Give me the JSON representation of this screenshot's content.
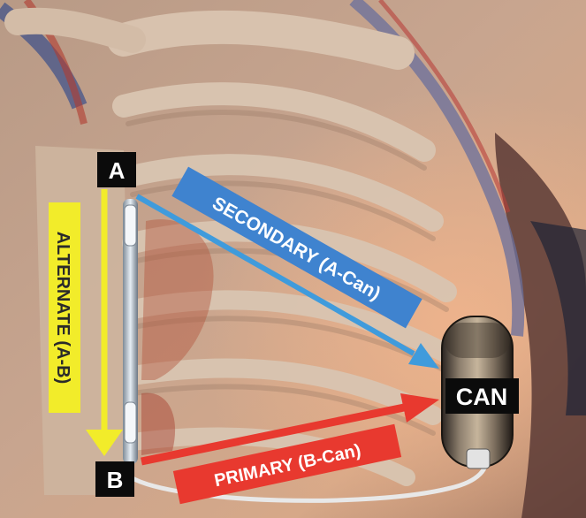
{
  "labels": {
    "a": "A",
    "b": "B",
    "can": "CAN",
    "secondary": "SECONDARY (A-Can)",
    "primary": "PRIMARY (B-Can)",
    "alternate": "ALTERNATE (A-B)"
  },
  "colors": {
    "secondary_arrow": "#3f9bdc",
    "primary_arrow": "#e8392f",
    "alternate_arrow": "#f2ec2a",
    "label_box": "#0b0b0b",
    "background_tissue": "#c9a48a"
  }
}
